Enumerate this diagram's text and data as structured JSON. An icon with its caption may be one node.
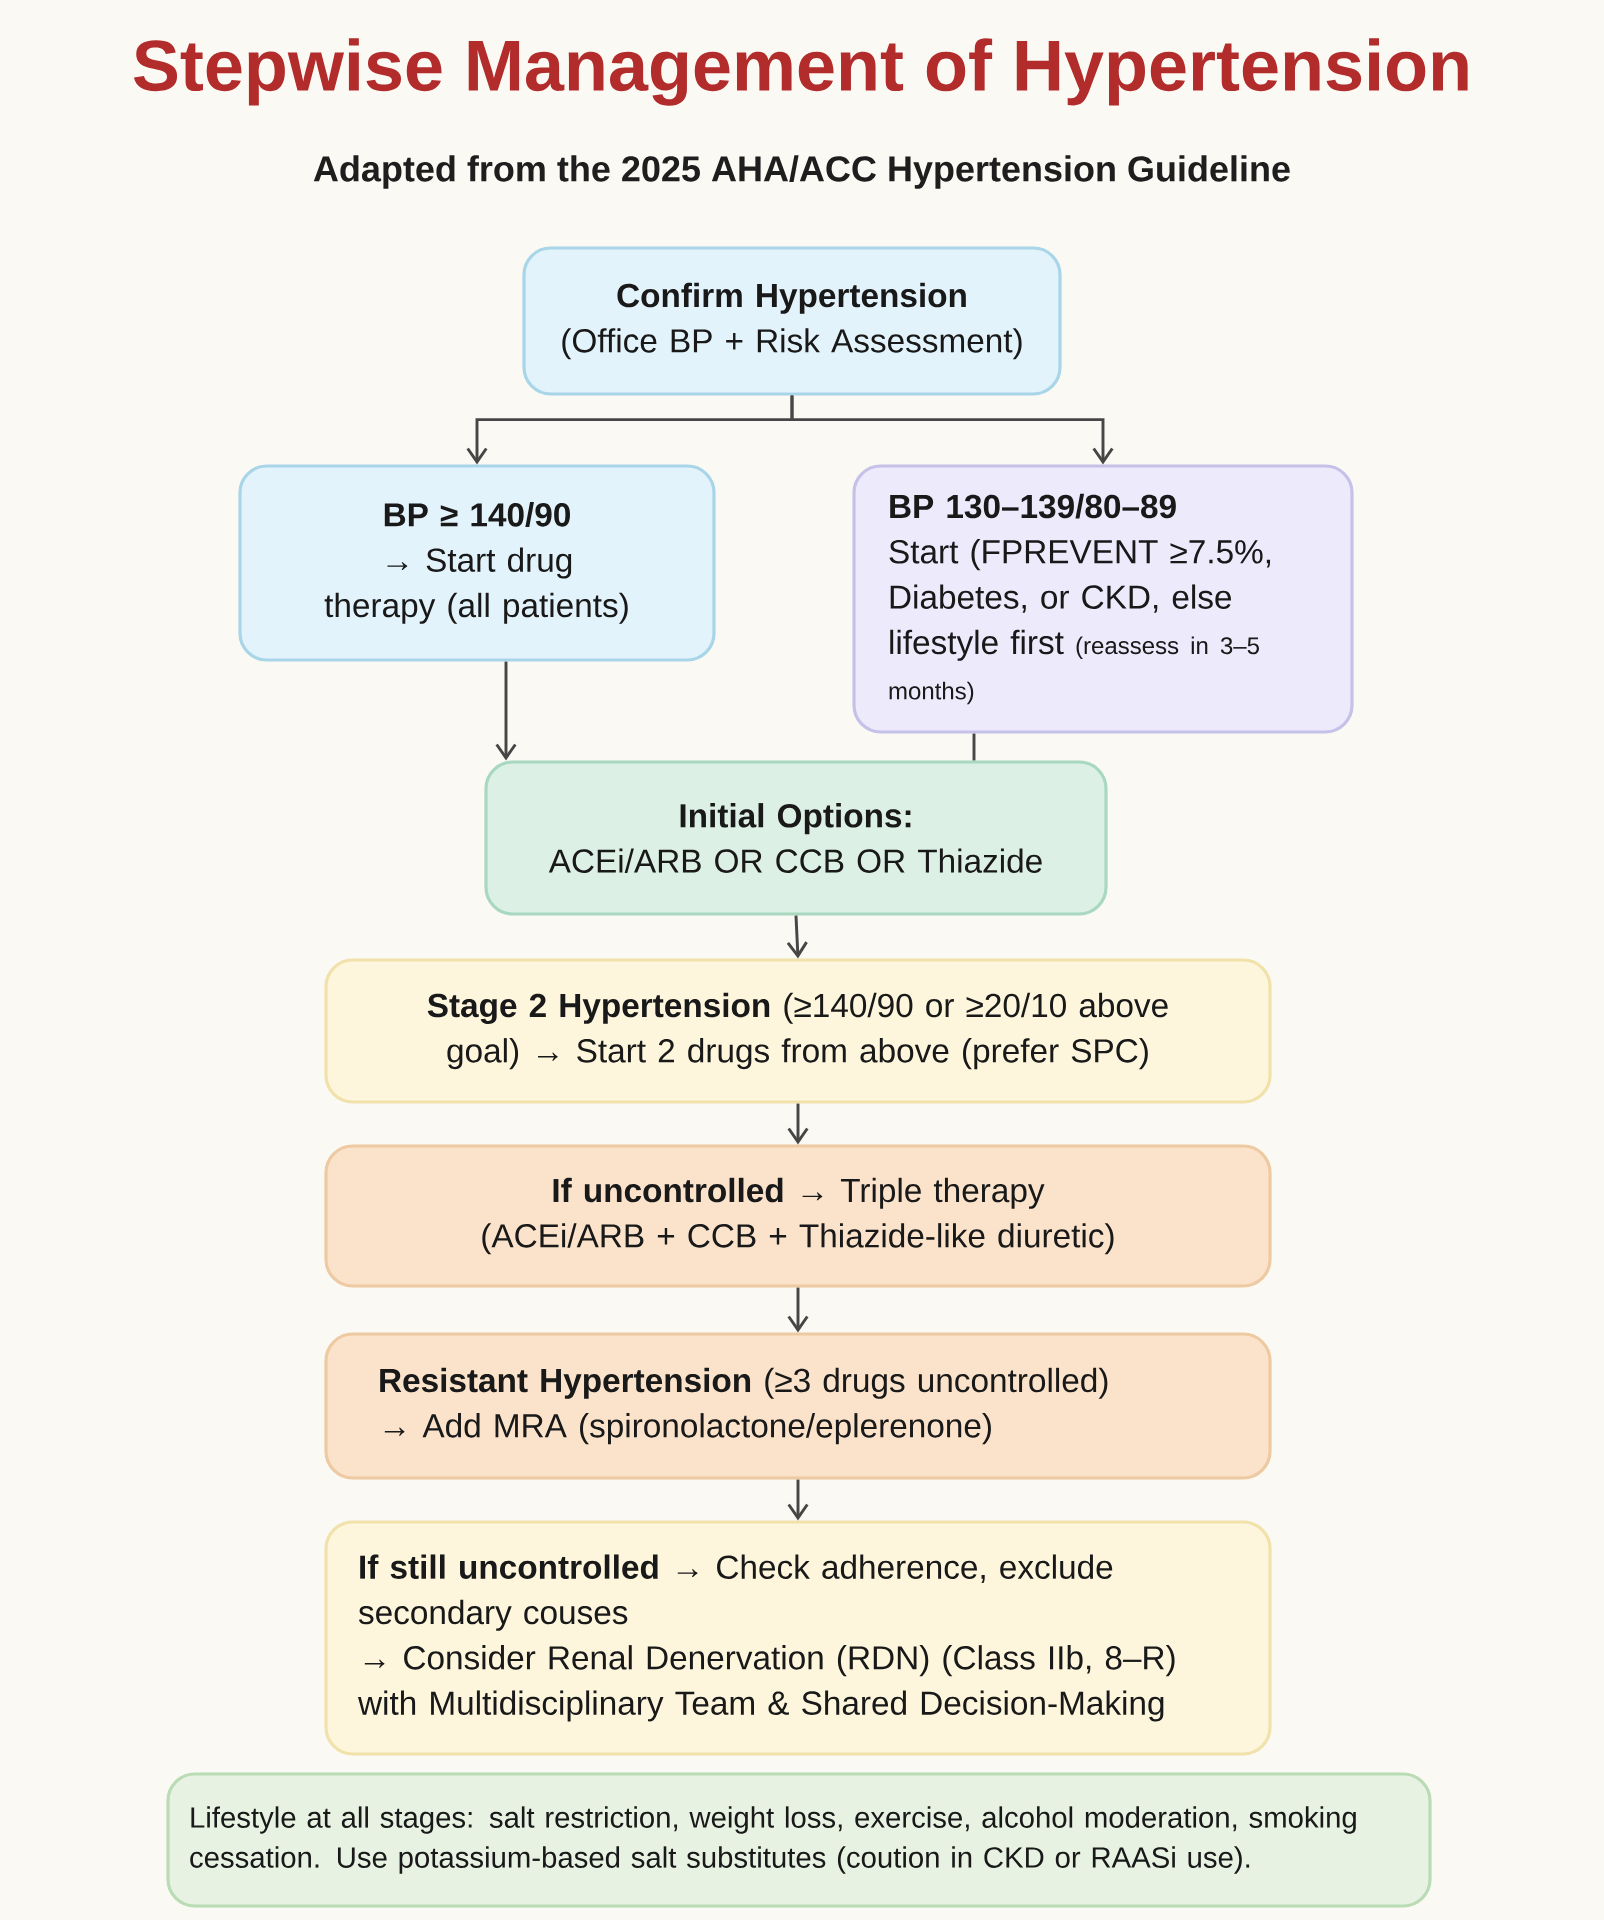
{
  "diagram": {
    "title": "Stepwise Management of Hypertension",
    "caption": "Adapted from the 2025 AHA/ACC Hypertension Guideline",
    "nodes": [
      {
        "text": [
          "Confirm Hypertension",
          "(Office BP + Risk Assessment)"
        ]
      },
      {
        "text": [
          "BP ≥ 140/90",
          "→ Start drug therapy (all patients)"
        ]
      },
      {
        "text": [
          "BP 130–139/80–89",
          "Start (FPREVENT ≥7.5%, Diabetes, or CKD, else lifestyle first",
          "(reassess in 3–5 months)"
        ]
      },
      {
        "text": [
          "Initial Options:",
          "ACEi/ARB OR CCB OR Thiazide"
        ]
      },
      {
        "text": [
          "**Stage 2 Hypertension** (≥140/90 or ≥20/10 above goal) → Start 2 drugs from above (prefer SPC)"
        ]
      },
      {
        "text": [
          "**If uncontrolled** → Triple therapy",
          "(ACEi/ARB + CCB + Thiazide-like diuretic)"
        ]
      },
      {
        "text": [
          "**Resistant Hypertension** (≥3 drugs uncontrolled)",
          "→ Add MRA (spironolactone/eplerenone)"
        ]
      },
      {
        "text": [
          "**If still uncontrolled** → Check adherence, exclude secondary couses",
          "→ Consider Renal Denervation (RDN) (Class IIb, 8–R) with Multidisciplinary Team & Shared Decision-Making"
        ]
      },
      {
        "text": [
          "Lifestyle at all stages: salt restriction, weight loss, exercise, alcohol moderation, smoking cessation. Use potassium-based salt substitutes (coution in CKD or RAASi use)."
        ]
      }
    ],
    "edges": [
      {
        "from": 0,
        "to": 1,
        "arrow": "to"
      },
      {
        "from": 0,
        "to": 2,
        "arrow": "to"
      },
      {
        "from": 1,
        "to": 3,
        "arrow": "to"
      },
      {
        "from": 2,
        "to": 3,
        "arrow": "none"
      },
      {
        "from": 3,
        "to": 4,
        "arrow": "to"
      },
      {
        "from": 4,
        "to": 5,
        "arrow": "to"
      },
      {
        "from": 5,
        "to": 6,
        "arrow": "to"
      },
      {
        "from": 6,
        "to": 7,
        "arrow": "to"
      }
    ]
  }
}
